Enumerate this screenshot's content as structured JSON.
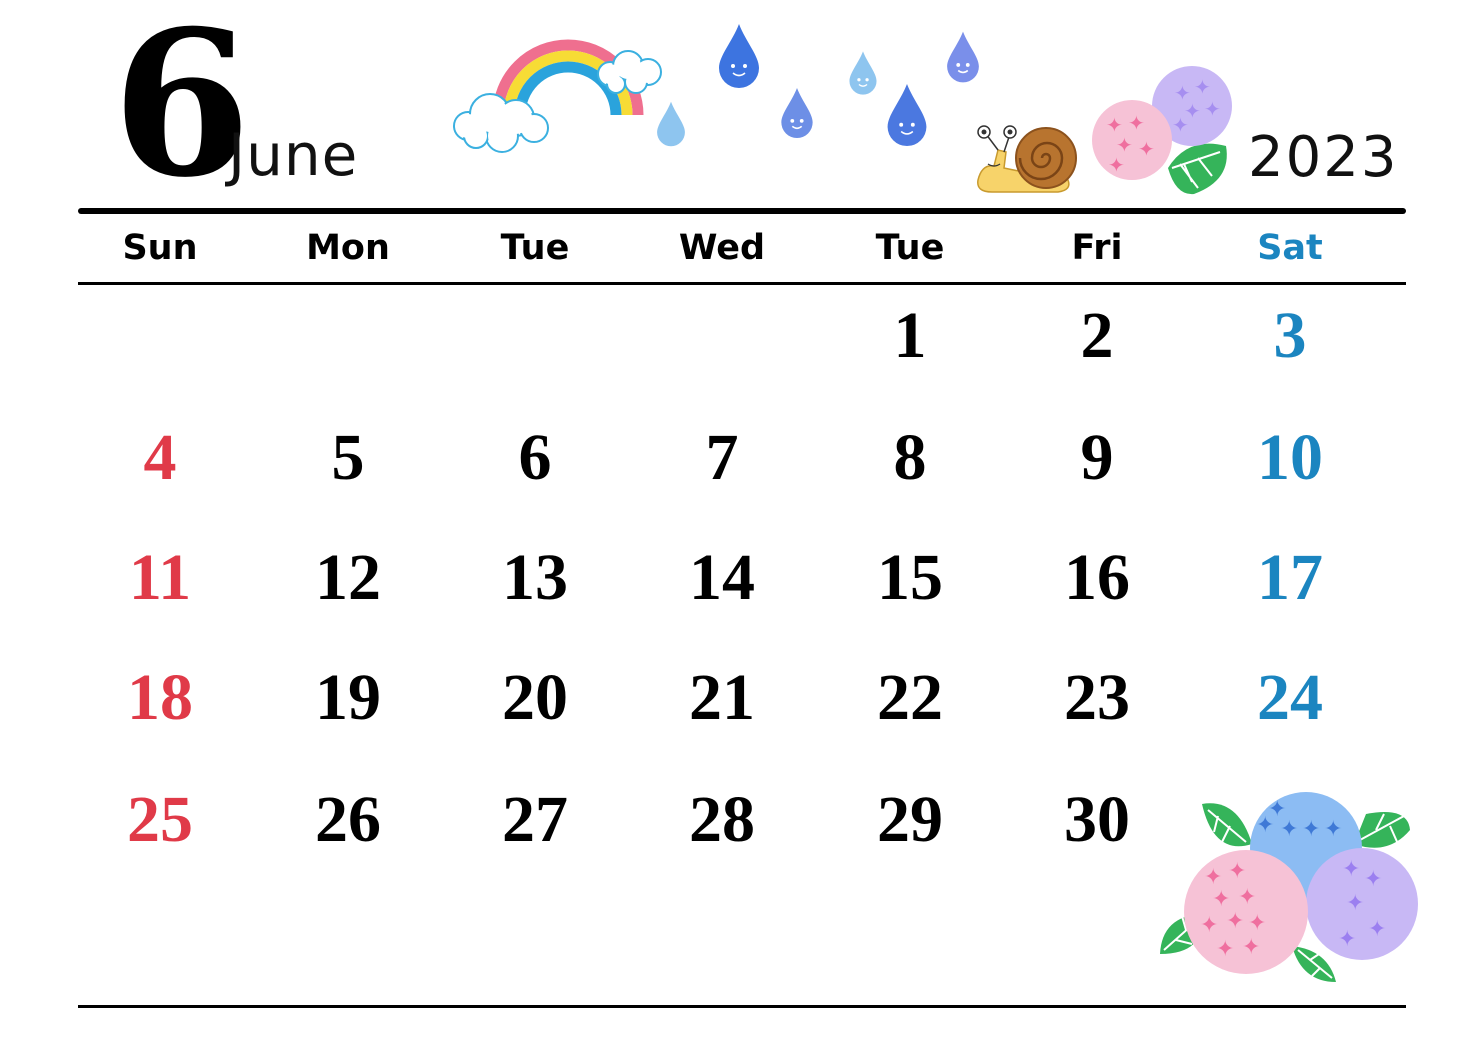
{
  "header": {
    "month_number": "6",
    "month_name": "June",
    "year": "2023"
  },
  "weekdays": [
    "Sun",
    "Mon",
    "Tue",
    "Wed",
    "Tue",
    "Fri",
    "Sat"
  ],
  "weeks": [
    [
      "",
      "",
      "",
      "",
      "1",
      "2",
      "3"
    ],
    [
      "4",
      "5",
      "6",
      "7",
      "8",
      "9",
      "10"
    ],
    [
      "11",
      "12",
      "13",
      "14",
      "15",
      "16",
      "17"
    ],
    [
      "18",
      "19",
      "20",
      "21",
      "22",
      "23",
      "24"
    ],
    [
      "25",
      "26",
      "27",
      "28",
      "29",
      "30",
      ""
    ]
  ],
  "colors": {
    "sunday": "#e03a48",
    "saturday": "#1b85c0",
    "weekday": "#000000"
  },
  "decorations": [
    "rainbow-icon",
    "raindrop-icon",
    "snail-icon",
    "hydrangea-icon"
  ]
}
